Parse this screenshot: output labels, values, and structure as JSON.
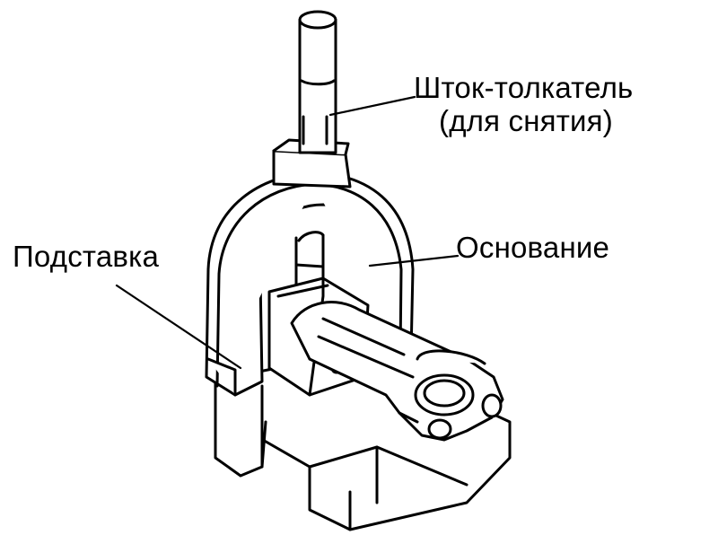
{
  "diagram": {
    "labels": {
      "push_rod_line1": "Шток-толкатель",
      "push_rod_line2": "(для снятия)",
      "base": "Основание",
      "stand": "Подставка"
    },
    "colors": {
      "ink": "#000000",
      "paper": "#ffffff"
    }
  }
}
